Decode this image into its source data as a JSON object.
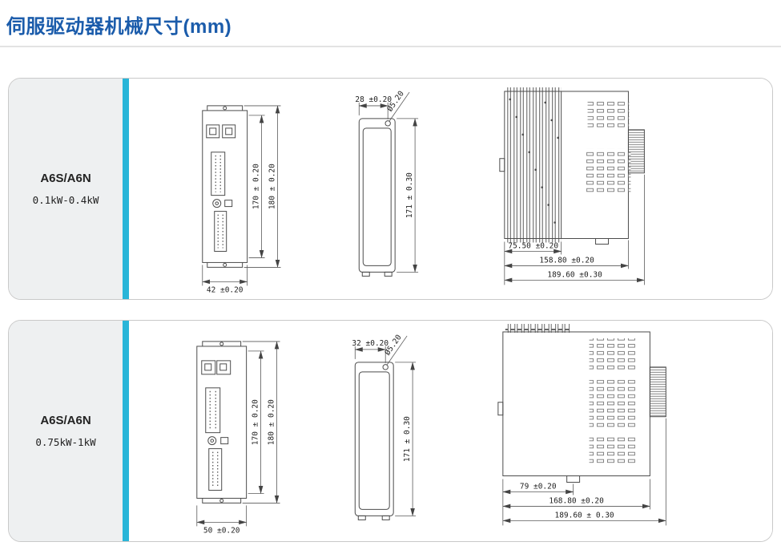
{
  "page": {
    "title": "伺服驱动器机械尺寸(mm)"
  },
  "colors": {
    "title_blue": "#1b5cab",
    "accent_cyan": "#29b5d8",
    "label_bg": "#eef0f1"
  },
  "panels": [
    {
      "model": "A6S/A6N",
      "power": "0.1kW-0.4kW",
      "front": {
        "height_inner": "170 ± 0.20",
        "height_outer": "180 ± 0.20",
        "width": "42 ±0.20"
      },
      "side": {
        "top_width": "28 ±0.20",
        "hole_dia": "Ø5.20",
        "height": "171 ± 0.30"
      },
      "profile": {
        "depth_fins": "75.50 ±0.20",
        "depth_body": "158.80 ±0.20",
        "depth_total": "189.60 ±0.30"
      }
    },
    {
      "model": "A6S/A6N",
      "power": "0.75kW-1kW",
      "front": {
        "height_inner": "170 ± 0.20",
        "height_outer": "180 ± 0.20",
        "width": "50 ±0.20"
      },
      "side": {
        "top_width": "32 ±0.20",
        "hole_dia": "Ø5.20",
        "height": "171 ± 0.30"
      },
      "profile": {
        "depth_fins": "79 ±0.20",
        "depth_body": "168.80 ±0.20",
        "depth_total": "189.60 ± 0.30"
      }
    }
  ]
}
